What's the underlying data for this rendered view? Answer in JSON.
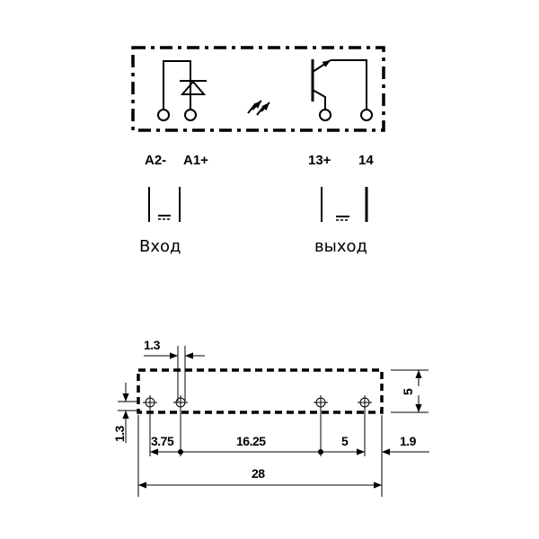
{
  "schematic": {
    "terminals": [
      "A2-",
      "A1+",
      "13+",
      "14"
    ],
    "input_caption": "Вход",
    "output_caption": "выход"
  },
  "footprint": {
    "dims": {
      "pin_diameter_top": "1.3",
      "pin_offset_left": "1.3",
      "height": "5",
      "pitch_1": "3.75",
      "pitch_2": "16.25",
      "pitch_3": "5",
      "edge_right": "1.9",
      "total_length": "28"
    }
  }
}
